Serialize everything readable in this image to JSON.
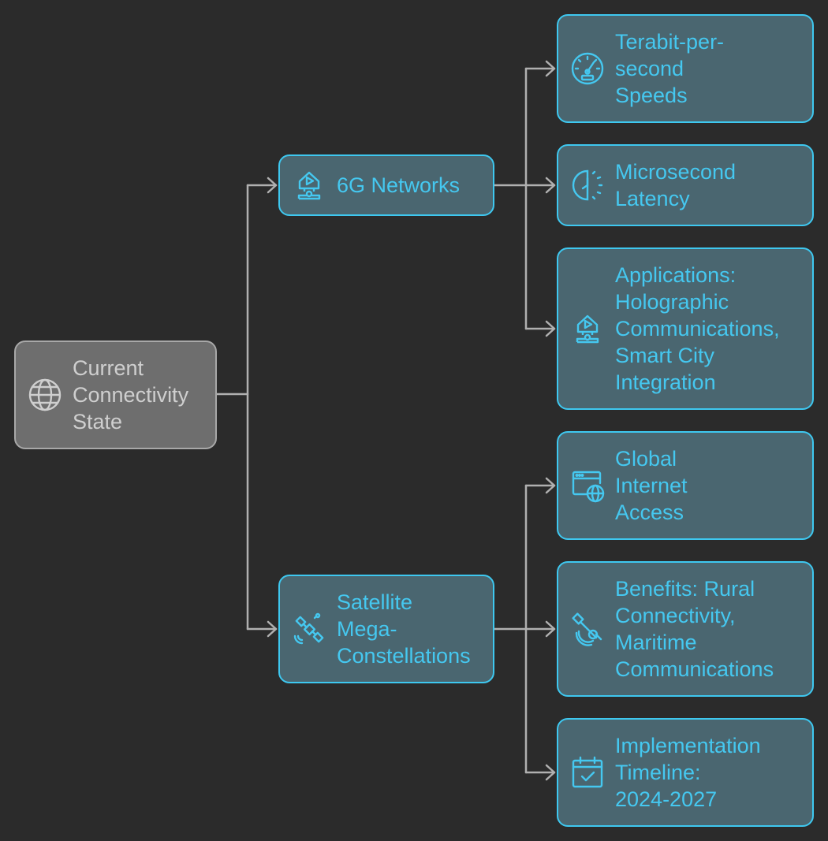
{
  "root": {
    "label": "Current\nConnectivity\nState",
    "icon": "globe-icon"
  },
  "branches": [
    {
      "label": "6G Networks",
      "icon": "smart-home-icon",
      "children": [
        {
          "label": "Terabit-per-\nsecond\nSpeeds",
          "icon": "speedometer-icon"
        },
        {
          "label": "Microsecond\nLatency",
          "icon": "timer-icon"
        },
        {
          "label": "Applications:\nHolographic\nCommunications,\nSmart City\nIntegration",
          "icon": "smart-home-icon"
        }
      ]
    },
    {
      "label": "Satellite\nMega-\nConstellations",
      "icon": "satellite-icon",
      "children": [
        {
          "label": "Global\nInternet\nAccess",
          "icon": "web-browser-globe-icon"
        },
        {
          "label": "Benefits: Rural\nConnectivity,\nMaritime\nCommunications",
          "icon": "satellite-dish-icon"
        },
        {
          "label": "Implementation\nTimeline:\n2024-2027",
          "icon": "calendar-check-icon"
        }
      ]
    }
  ],
  "colors": {
    "background": "#2b2b2b",
    "accent": "#3ec8f0",
    "node_fill": "#4a6670",
    "root_fill": "#6e6e6e",
    "root_border": "#a8a8a8",
    "connector": "#b0b0b0"
  }
}
